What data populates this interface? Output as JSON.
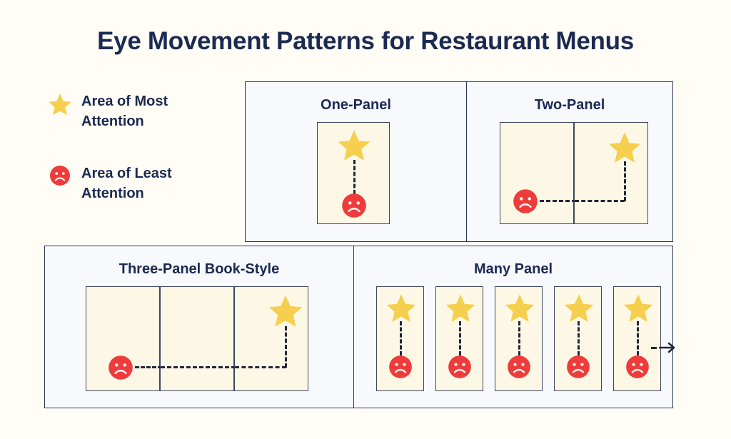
{
  "title": "Eye Movement Patterns for Restaurant Menus",
  "colors": {
    "background": "#fffdf5",
    "section_background": "#f7f9fd",
    "section_border": "#2b3655",
    "sheet_background": "#fdf8e6",
    "sheet_border": "#3e475f",
    "title_text": "#1b2a52",
    "star": "#f5cf4d",
    "sad_face": "#ee3b3b",
    "gaze_path": "#22263a"
  },
  "legend": {
    "items": [
      {
        "icon": "star-icon",
        "label": "Area of Most Attention"
      },
      {
        "icon": "sad-face-icon",
        "label": "Area of Least Attention"
      }
    ]
  },
  "sections": [
    {
      "id": "one-panel",
      "title": "One-Panel",
      "panel_count": 1,
      "star_panel": 1,
      "sad_panel": 1,
      "gaze_path": "vertical",
      "has_continuation_arrow": false
    },
    {
      "id": "two-panel",
      "title": "Two-Panel",
      "panel_count": 2,
      "star_panel": 2,
      "sad_panel": 1,
      "gaze_path": "L-shaped",
      "has_continuation_arrow": false
    },
    {
      "id": "three-panel-book-style",
      "title": "Three-Panel Book-Style",
      "panel_count": 3,
      "star_panel": 3,
      "sad_panel": 1,
      "gaze_path": "L-shaped",
      "has_continuation_arrow": false
    },
    {
      "id": "many-panel",
      "title": "Many Panel",
      "panel_count": 5,
      "star_panel": "all",
      "sad_panel": "all",
      "gaze_path": "vertical-repeated",
      "has_continuation_arrow": true
    }
  ]
}
